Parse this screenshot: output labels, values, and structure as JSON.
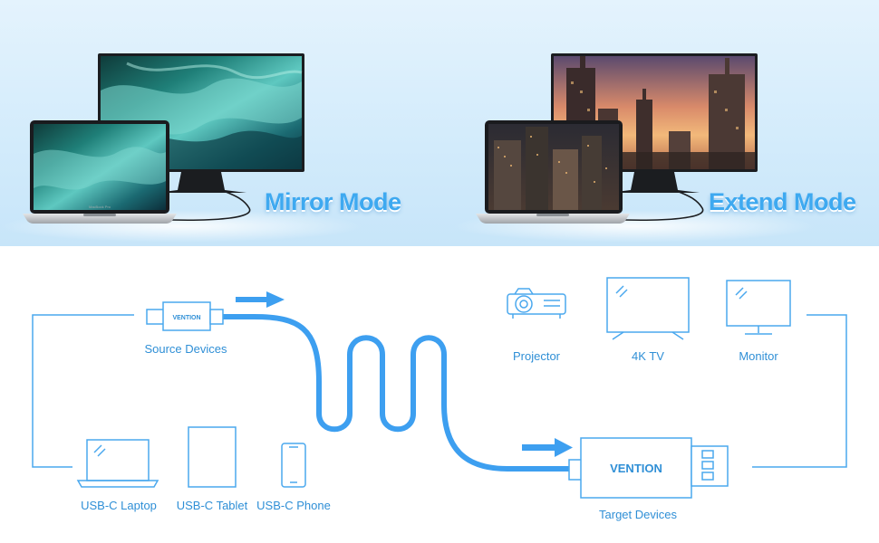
{
  "modes": {
    "mirror_label": "Mirror Mode",
    "extend_label": "Extend Mode"
  },
  "laptop_brand": "MacBook Pro",
  "source": {
    "label": "Source Devices",
    "brand": "VENTION",
    "devices": [
      "USB-C Laptop",
      "USB-C Tablet",
      "USB-C Phone"
    ]
  },
  "target": {
    "label": "Target Devices",
    "brand": "VENTION",
    "devices": [
      "Projector",
      "4K TV",
      "Monitor"
    ]
  },
  "colors": {
    "accent": "#3ea9f0",
    "line": "#4aa8ee",
    "cable": "#3d9ff0"
  }
}
